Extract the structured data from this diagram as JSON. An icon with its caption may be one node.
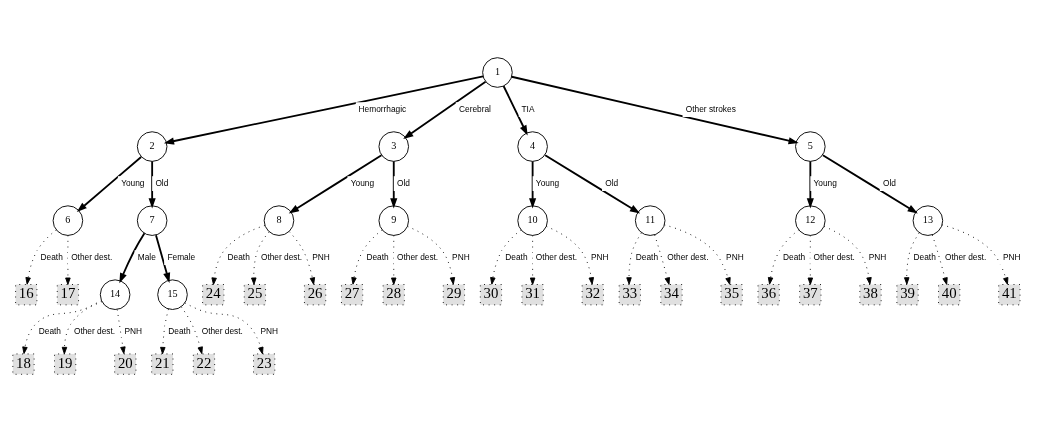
{
  "diagram": {
    "nodes": [
      {
        "text": [
          "1"
        ]
      },
      {
        "text": [
          "2"
        ]
      },
      {
        "text": [
          "3"
        ]
      },
      {
        "text": [
          "4"
        ]
      },
      {
        "text": [
          "5"
        ]
      },
      {
        "text": [
          "6"
        ]
      },
      {
        "text": [
          "7"
        ]
      },
      {
        "text": [
          "8"
        ]
      },
      {
        "text": [
          "9"
        ]
      },
      {
        "text": [
          "10"
        ]
      },
      {
        "text": [
          "11"
        ]
      },
      {
        "text": [
          "12"
        ]
      },
      {
        "text": [
          "13"
        ]
      },
      {
        "text": [
          "14"
        ]
      },
      {
        "text": [
          "15"
        ]
      },
      {
        "text": [
          "16"
        ]
      },
      {
        "text": [
          "17"
        ]
      },
      {
        "text": [
          "18"
        ]
      },
      {
        "text": [
          "19"
        ]
      },
      {
        "text": [
          "20"
        ]
      },
      {
        "text": [
          "21"
        ]
      },
      {
        "text": [
          "22"
        ]
      },
      {
        "text": [
          "23"
        ]
      },
      {
        "text": [
          "24"
        ]
      },
      {
        "text": [
          "25"
        ]
      },
      {
        "text": [
          "26"
        ]
      },
      {
        "text": [
          "27"
        ]
      },
      {
        "text": [
          "28"
        ]
      },
      {
        "text": [
          "29"
        ]
      },
      {
        "text": [
          "30"
        ]
      },
      {
        "text": [
          "31"
        ]
      },
      {
        "text": [
          "32"
        ]
      },
      {
        "text": [
          "33"
        ]
      },
      {
        "text": [
          "34"
        ]
      },
      {
        "text": [
          "35"
        ]
      },
      {
        "text": [
          "36"
        ]
      },
      {
        "text": [
          "37"
        ]
      },
      {
        "text": [
          "38"
        ]
      },
      {
        "text": [
          "39"
        ]
      },
      {
        "text": [
          "40"
        ]
      },
      {
        "text": [
          "41"
        ]
      }
    ],
    "edges": [
      {
        "from": 0,
        "to": 1,
        "arrow": "to",
        "label": "Hemorrhagic"
      },
      {
        "from": 0,
        "to": 2,
        "arrow": "to",
        "label": "Cerebral"
      },
      {
        "from": 0,
        "to": 3,
        "arrow": "to",
        "label": "TIA"
      },
      {
        "from": 0,
        "to": 4,
        "arrow": "to",
        "label": "Other strokes"
      },
      {
        "from": 1,
        "to": 5,
        "arrow": "to",
        "label": "Young"
      },
      {
        "from": 1,
        "to": 6,
        "arrow": "to",
        "label": "Old"
      },
      {
        "from": 2,
        "to": 7,
        "arrow": "to",
        "label": "Young"
      },
      {
        "from": 2,
        "to": 8,
        "arrow": "to",
        "label": "Old"
      },
      {
        "from": 3,
        "to": 9,
        "arrow": "to",
        "label": "Young"
      },
      {
        "from": 3,
        "to": 10,
        "arrow": "to",
        "label": "Old"
      },
      {
        "from": 4,
        "to": 11,
        "arrow": "to",
        "label": "Young"
      },
      {
        "from": 4,
        "to": 12,
        "arrow": "to",
        "label": "Old"
      },
      {
        "from": 5,
        "to": 15,
        "arrow": "to",
        "label": "Death",
        "style": "dashed"
      },
      {
        "from": 5,
        "to": 16,
        "arrow": "to",
        "label": "Other dest.",
        "style": "dashed"
      },
      {
        "from": 6,
        "to": 13,
        "arrow": "to",
        "label": "Male"
      },
      {
        "from": 6,
        "to": 14,
        "arrow": "to",
        "label": "Female"
      },
      {
        "from": 13,
        "to": 17,
        "arrow": "to",
        "label": "Death",
        "style": "dashed"
      },
      {
        "from": 13,
        "to": 18,
        "arrow": "to",
        "label": "Other dest.",
        "style": "dashed"
      },
      {
        "from": 13,
        "to": 19,
        "arrow": "to",
        "label": "PNH",
        "style": "dashed"
      },
      {
        "from": 14,
        "to": 20,
        "arrow": "to",
        "label": "Death",
        "style": "dashed"
      },
      {
        "from": 14,
        "to": 21,
        "arrow": "to",
        "label": "Other dest.",
        "style": "dashed"
      },
      {
        "from": 14,
        "to": 22,
        "arrow": "to",
        "label": "PNH",
        "style": "dashed"
      },
      {
        "from": 7,
        "to": 23,
        "arrow": "to",
        "label": "Death",
        "style": "dashed"
      },
      {
        "from": 7,
        "to": 24,
        "arrow": "to",
        "label": "Other dest.",
        "style": "dashed"
      },
      {
        "from": 7,
        "to": 25,
        "arrow": "to",
        "label": "PNH",
        "style": "dashed"
      },
      {
        "from": 8,
        "to": 26,
        "arrow": "to",
        "label": "Death",
        "style": "dashed"
      },
      {
        "from": 8,
        "to": 27,
        "arrow": "to",
        "label": "Other dest.",
        "style": "dashed"
      },
      {
        "from": 8,
        "to": 28,
        "arrow": "to",
        "label": "PNH",
        "style": "dashed"
      },
      {
        "from": 9,
        "to": 29,
        "arrow": "to",
        "label": "Death",
        "style": "dashed"
      },
      {
        "from": 9,
        "to": 30,
        "arrow": "to",
        "label": "Other dest.",
        "style": "dashed"
      },
      {
        "from": 9,
        "to": 31,
        "arrow": "to",
        "label": "PNH",
        "style": "dashed"
      },
      {
        "from": 10,
        "to": 32,
        "arrow": "to",
        "label": "Death",
        "style": "dashed"
      },
      {
        "from": 10,
        "to": 33,
        "arrow": "to",
        "label": "Other dest.",
        "style": "dashed"
      },
      {
        "from": 10,
        "to": 34,
        "arrow": "to",
        "label": "PNH",
        "style": "dashed"
      },
      {
        "from": 11,
        "to": 35,
        "arrow": "to",
        "label": "Death",
        "style": "dashed"
      },
      {
        "from": 11,
        "to": 36,
        "arrow": "to",
        "label": "Other dest.",
        "style": "dashed"
      },
      {
        "from": 11,
        "to": 37,
        "arrow": "to",
        "label": "PNH",
        "style": "dashed"
      },
      {
        "from": 12,
        "to": 38,
        "arrow": "to",
        "label": "Death",
        "style": "dashed"
      },
      {
        "from": 12,
        "to": 39,
        "arrow": "to",
        "label": "Other dest.",
        "style": "dashed"
      },
      {
        "from": 12,
        "to": 40,
        "arrow": "to",
        "label": "PNH",
        "style": "dashed"
      }
    ]
  }
}
